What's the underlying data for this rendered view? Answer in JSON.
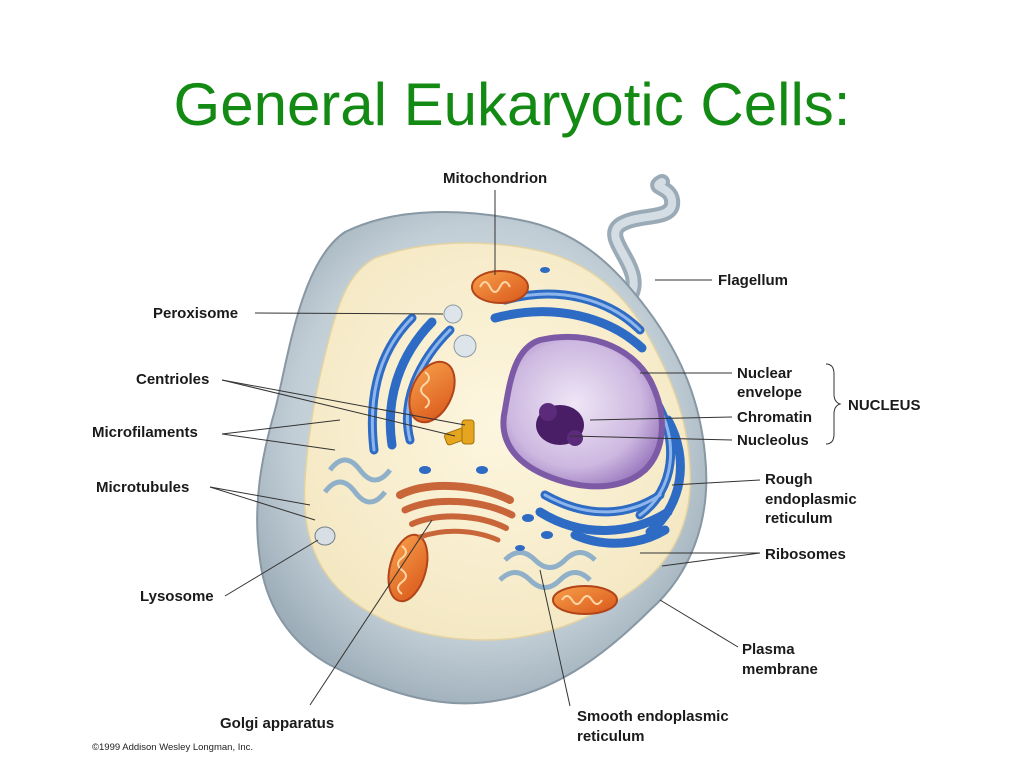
{
  "slide": {
    "title": "General Eukaryotic Cells:"
  },
  "labels": {
    "mitochondrion": "Mitochondrion",
    "flagellum": "Flagellum",
    "peroxisome": "Peroxisome",
    "centrioles": "Centrioles",
    "microfilaments": "Microfilaments",
    "microtubules": "Microtubules",
    "lysosome": "Lysosome",
    "golgi": "Golgi apparatus",
    "nuclear_envelope": [
      "Nuclear",
      "envelope"
    ],
    "chromatin": "Chromatin",
    "nucleolus": "Nucleolus",
    "nucleus_group": "NUCLEUS",
    "rough_er": [
      "Rough",
      "endoplasmic",
      "reticulum"
    ],
    "ribosomes": "Ribosomes",
    "plasma_membrane": [
      "Plasma",
      "membrane"
    ],
    "smooth_er": [
      "Smooth endoplasmic",
      "reticulum"
    ]
  },
  "copyright": "©1999 Addison Wesley Longman, Inc.",
  "colors": {
    "title": "#138a13",
    "membrane_outer": "#b9c6cf",
    "cytoplasm": "#f8efcf",
    "nucleus": "#c9b4dc",
    "chromatin": "#4a1e66",
    "er": "#2d6bc4",
    "mitochondria": "#e9781e",
    "golgi": "#d2713f"
  }
}
